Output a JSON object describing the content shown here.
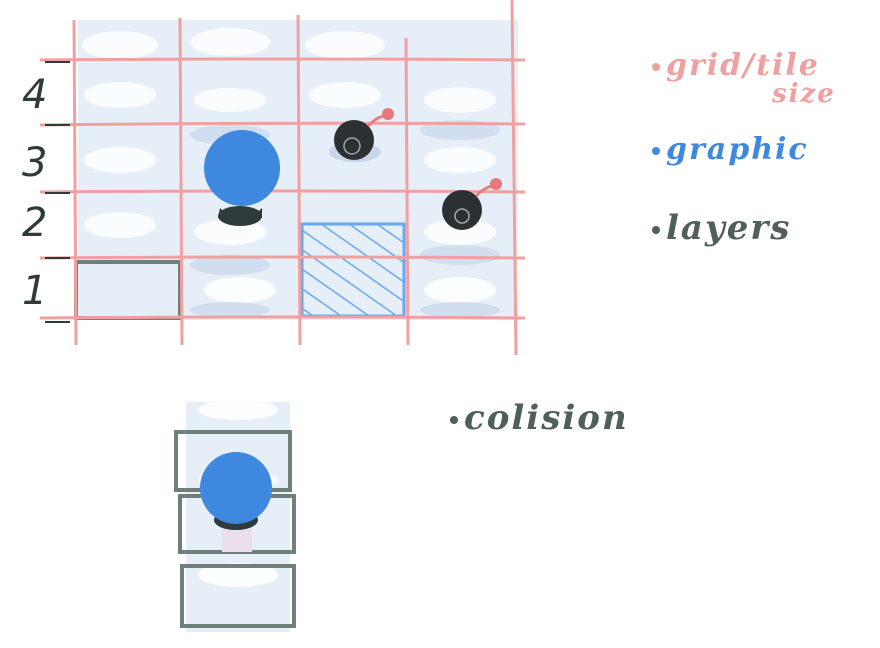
{
  "colors": {
    "grid": "#f0a0a0",
    "graphic": "#3f88e0",
    "layer": "#6f7f7a",
    "ink": "#2f3a3a",
    "snow": "#dfe9f5"
  },
  "row_labels": [
    "4",
    "3",
    "2",
    "1"
  ],
  "notes": {
    "grid_tile_size_line1": "grid/tile",
    "grid_tile_size_line2": "size",
    "graphic": "graphic",
    "layers": "layers",
    "colision": "colision"
  },
  "icons": {
    "player": "blue-round-character",
    "bomb": "black-bomb-with-lit-fuse",
    "bomb_number": "2"
  }
}
